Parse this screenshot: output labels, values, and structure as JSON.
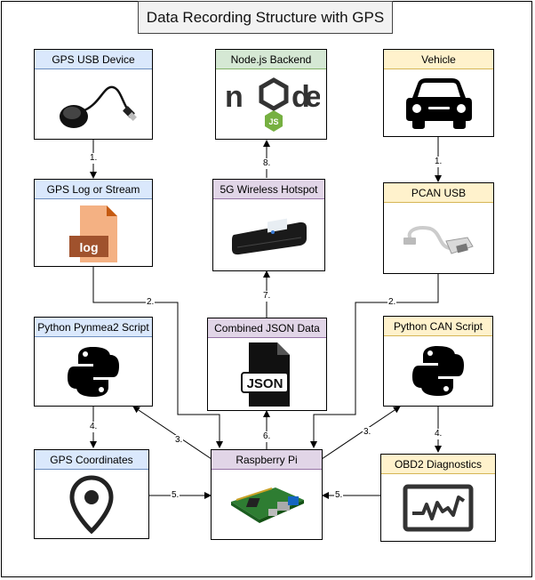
{
  "title": "Data Recording Structure with GPS",
  "nodes": {
    "gps_usb": "GPS USB Device",
    "nodejs": "Node.js Backend",
    "vehicle": "Vehicle",
    "gps_log": "GPS Log or Stream",
    "hotspot": "5G Wireless Hotspot",
    "pcan": "PCAN USB",
    "pynmea": "Python Pynmea2 Script",
    "json": "Combined JSON Data",
    "can_script": "Python CAN Script",
    "gps_coords": "GPS Coordinates",
    "pi": "Raspberry Pi",
    "obd2": "OBD2 Diagnostics"
  },
  "icon_text": {
    "log": "log",
    "json": "JSON",
    "node_js": "JS"
  },
  "edges": {
    "e1a": "1.",
    "e1b": "1.",
    "e2a": "2.",
    "e2b": "2.",
    "e3a": "3.",
    "e3b": "3.",
    "e4a": "4.",
    "e4b": "4.",
    "e5a": "5.",
    "e5b": "5.",
    "e6": "6.",
    "e7": "7.",
    "e8": "8."
  },
  "colors": {
    "blue": "#dae8fc",
    "green": "#d5e8d4",
    "yellow": "#fff2cc",
    "purple": "#e1d5e7"
  }
}
